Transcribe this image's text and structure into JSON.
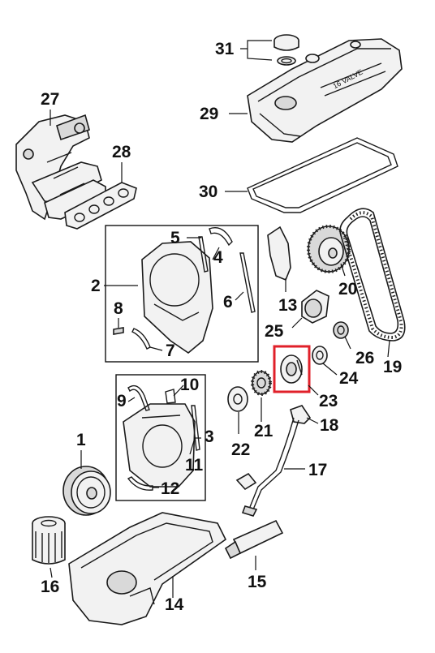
{
  "diagram": {
    "labels": {
      "p1": "1",
      "p2": "2",
      "p3": "3",
      "p4": "4",
      "p5": "5",
      "p6": "6",
      "p7": "7",
      "p8": "8",
      "p9": "9",
      "p10": "10",
      "p11": "11",
      "p12": "12",
      "p13": "13",
      "p14": "14",
      "p15": "15",
      "p16": "16",
      "p17": "17",
      "p18": "18",
      "p19": "19",
      "p20": "20",
      "p21": "21",
      "p22": "22",
      "p23": "23",
      "p24": "24",
      "p25": "25",
      "p26": "26",
      "p27": "27",
      "p28": "28",
      "p29": "29",
      "p30": "30",
      "p31": "31"
    },
    "valve_cover_text": "16 VALVE",
    "highlight_part": "23",
    "highlight_color": "#e0202a"
  }
}
